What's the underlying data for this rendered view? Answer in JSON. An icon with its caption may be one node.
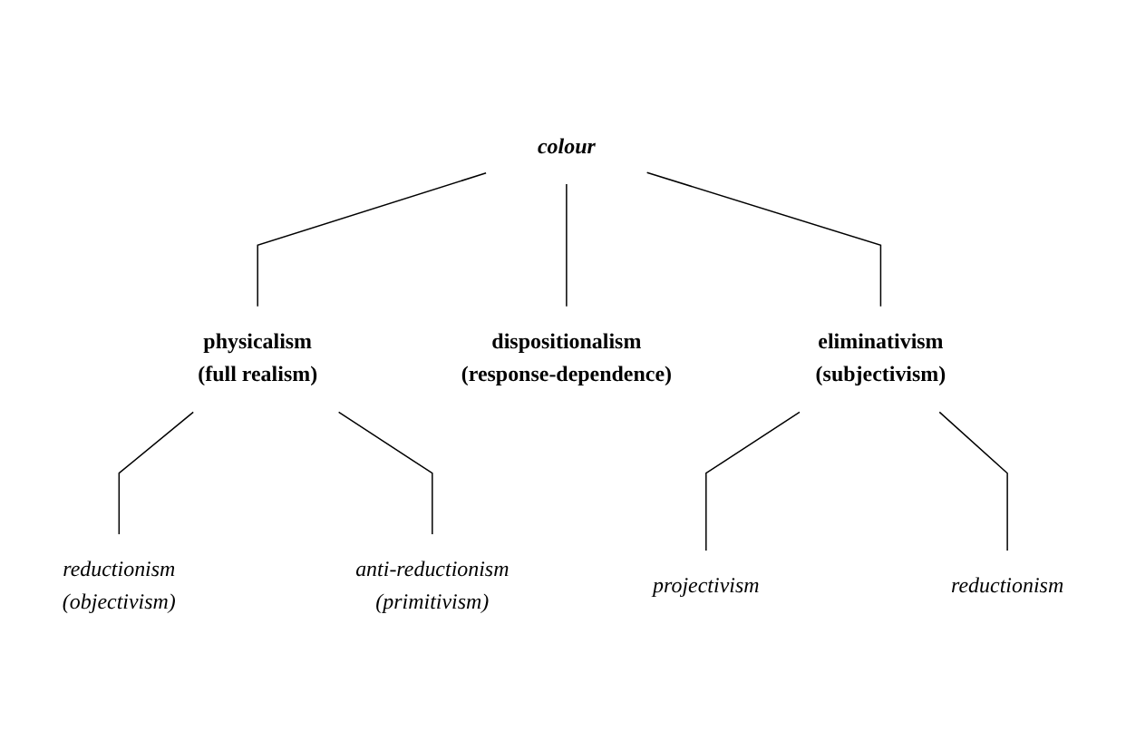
{
  "diagram": {
    "nodes": [
      {
        "text": [
          "colour"
        ]
      },
      {
        "text": [
          "physicalism",
          "(full realism)"
        ]
      },
      {
        "text": [
          "dispositionalism",
          "(response-dependence)"
        ]
      },
      {
        "text": [
          "eliminativism",
          "(subjectivism)"
        ]
      },
      {
        "text": [
          "reductionism",
          "(objectivism)"
        ]
      },
      {
        "text": [
          "anti-reductionism",
          "(primitivism)"
        ]
      },
      {
        "text": [
          "projectivism"
        ]
      },
      {
        "text": [
          "reductionism"
        ]
      }
    ],
    "edges": [
      {
        "from": 0,
        "to": 1,
        "arrow": "none"
      },
      {
        "from": 0,
        "to": 2,
        "arrow": "none"
      },
      {
        "from": 0,
        "to": 3,
        "arrow": "none"
      },
      {
        "from": 1,
        "to": 4,
        "arrow": "none"
      },
      {
        "from": 1,
        "to": 5,
        "arrow": "none"
      },
      {
        "from": 3,
        "to": 6,
        "arrow": "none"
      },
      {
        "from": 3,
        "to": 7,
        "arrow": "none"
      }
    ]
  }
}
